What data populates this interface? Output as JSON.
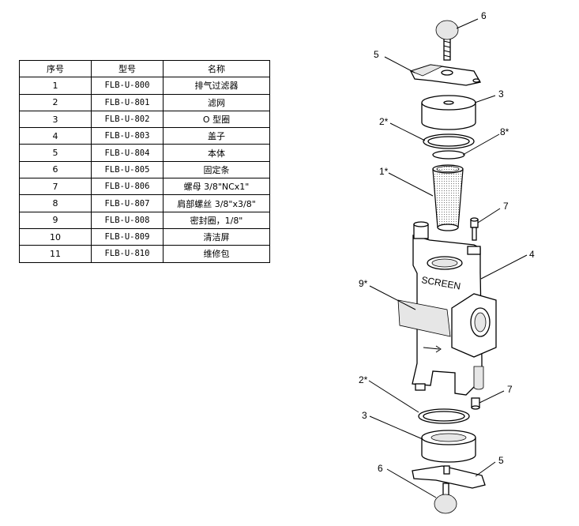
{
  "table": {
    "headers": [
      "序号",
      "型号",
      "名称"
    ],
    "rows": [
      {
        "no": "1",
        "model": "FLB-U-800",
        "name": "排气过滤器"
      },
      {
        "no": "2",
        "model": "FLB-U-801",
        "name": "滤网"
      },
      {
        "no": "3",
        "model": "FLB-U-802",
        "name": "O 型圈"
      },
      {
        "no": "4",
        "model": "FLB-U-803",
        "name": "盖子"
      },
      {
        "no": "5",
        "model": "FLB-U-804",
        "name": "本体"
      },
      {
        "no": "6",
        "model": "FLB-U-805",
        "name": "固定条"
      },
      {
        "no": "7",
        "model": "FLB-U-806",
        "name": "螺母 3/8\"NCx1\""
      },
      {
        "no": "8",
        "model": "FLB-U-807",
        "name": "肩部螺丝 3/8\"x3/8\""
      },
      {
        "no": "9",
        "model": "FLB-U-808",
        "name": "密封圈，1/8\""
      },
      {
        "no": "10",
        "model": "FLB-U-809",
        "name": "清洁屏"
      },
      {
        "no": "11",
        "model": "FLB-U-810",
        "name": "维修包"
      }
    ]
  },
  "diagram": {
    "body_text": "SCREEN",
    "callouts": {
      "c6_top": "6",
      "c5_top": "5",
      "c3_top": "3",
      "c2_top": "2*",
      "c8": "8*",
      "c1": "1*",
      "c7_top": "7",
      "c4": "4",
      "c9": "9*",
      "c2_bottom": "2*",
      "c7_bottom": "7",
      "c3_bottom": "3",
      "c5_bottom": "5",
      "c6_bottom": "6"
    }
  }
}
